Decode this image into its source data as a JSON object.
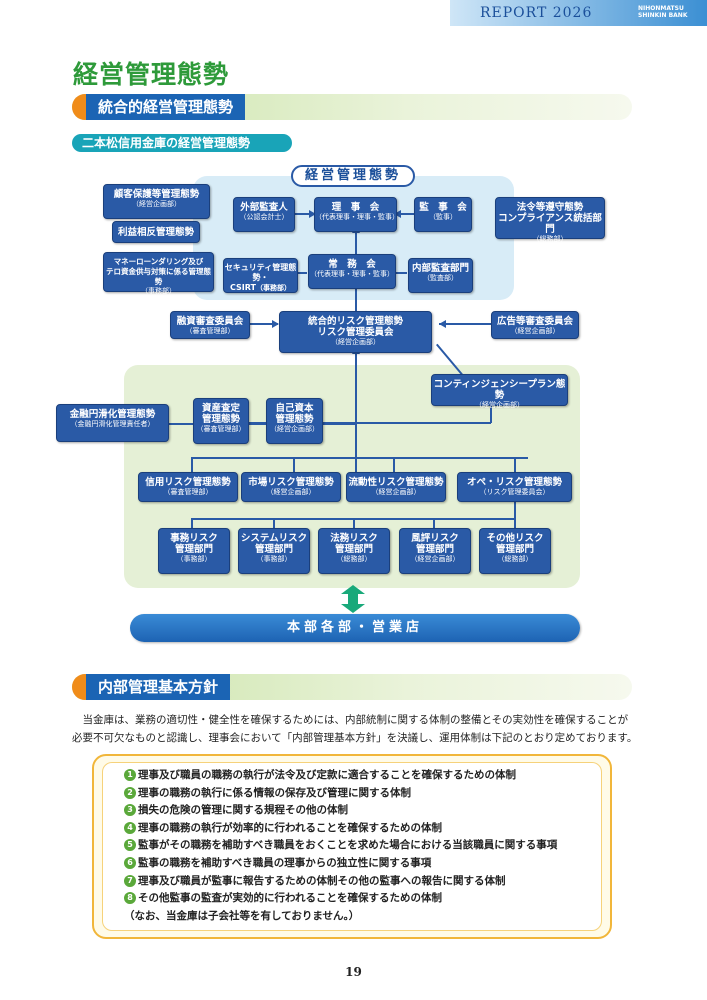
{
  "header": {
    "report": "REPORT 2026",
    "bank_line1": "NIHONMATSU",
    "bank_line2": "SHINKIN BANK"
  },
  "page_title": "経営管理態勢",
  "section1": {
    "label": "統合的経営管理態勢"
  },
  "subheading": "二本松信用金庫の経営管理態勢",
  "chart": {
    "title": "経営管理態勢",
    "kokyaku": {
      "main": "顧客保護等管理態勢",
      "sub": "（経営企画部）"
    },
    "rieki": {
      "main": "利益相反管理態勢"
    },
    "money": {
      "main1": "マネーローンダリング及び",
      "main2": "テロ資金供与対策に係る管理態勢",
      "sub": "（事務部）"
    },
    "gaibu": {
      "main": "外部監査人",
      "sub": "（公認会計士）"
    },
    "rijikai": {
      "main": "理　事　会",
      "sub": "（代表理事・理事・監事）"
    },
    "kanjikai": {
      "main": "監　事　会",
      "sub": "（監事）"
    },
    "houreitou": {
      "main1": "法令等遵守態勢",
      "main2": "コンプライアンス統括部門",
      "sub": "（総務部）"
    },
    "security": {
      "main1": "セキュリティ管理態勢・",
      "main2": "CSIRT",
      "sub": "（事務部）"
    },
    "joumu": {
      "main": "常　務　会",
      "sub": "（代表理事・理事・監事）"
    },
    "naibu": {
      "main": "内部監査部門",
      "sub": "（監査部）"
    },
    "yuushi": {
      "main": "融資審査委員会",
      "sub": "（審査管理部）"
    },
    "tougou": {
      "main1": "統合的リスク管理態勢",
      "main2": "リスク管理委員会",
      "sub": "（経営企画部）"
    },
    "koukoku": {
      "main": "広告等審査委員会",
      "sub": "（経営企画部）"
    },
    "contingency": {
      "main": "コンティンジェンシープラン態勢",
      "sub": "（経営企画部）"
    },
    "kinyu": {
      "main": "金融円滑化管理態勢",
      "sub": "（金融円滑化管理責任者）"
    },
    "shisan": {
      "main1": "資産査定",
      "main2": "管理態勢",
      "sub": "（審査管理部）"
    },
    "jiko": {
      "main1": "自己資本",
      "main2": "管理態勢",
      "sub": "（経営企画部）"
    },
    "shinyou": {
      "main": "信用リスク管理態勢",
      "sub": "（審査管理部）"
    },
    "shijou": {
      "main": "市場リスク管理態勢",
      "sub": "（経営企画部）"
    },
    "ryudou": {
      "main": "流動性リスク管理態勢",
      "sub": "（経営企画部）"
    },
    "ope": {
      "main": "オペ・リスク管理態勢",
      "sub": "（リスク管理委員会）"
    },
    "jimu": {
      "main1": "事務リスク",
      "main2": "管理部門",
      "sub": "（事務部）"
    },
    "system": {
      "main1": "システムリスク",
      "main2": "管理部門",
      "sub": "（事務部）"
    },
    "houmu": {
      "main1": "法務リスク",
      "main2": "管理部門",
      "sub": "（総務部）"
    },
    "fuhyou": {
      "main1": "風評リスク",
      "main2": "管理部門",
      "sub": "（経営企画部）"
    },
    "sonota": {
      "main1": "その他リスク",
      "main2": "管理部門",
      "sub": "（総務部）"
    },
    "honbu": "本部各部・営業店"
  },
  "section2": {
    "label": "内部管理基本方針"
  },
  "paragraph": "当金庫は、業務の適切性・健全性を確保するためには、内部統制に関する体制の整備とその実効性を確保することが必要不可欠なものと認識し、理事会において「内部管理基本方針」を決議し、運用体制は下記のとおり定めております。",
  "policies": [
    {
      "num": "1",
      "text": "理事及び職員の職務の執行が法令及び定款に適合することを確保するための体制"
    },
    {
      "num": "2",
      "text": "理事の職務の執行に係る情報の保存及び管理に関する体制"
    },
    {
      "num": "3",
      "text": "損失の危険の管理に関する規程その他の体制"
    },
    {
      "num": "4",
      "text": "理事の職務の執行が効率的に行われることを確保するための体制"
    },
    {
      "num": "5",
      "text": "監事がその職務を補助すべき職員をおくことを求めた場合における当該職員に関する事項"
    },
    {
      "num": "6",
      "text": "監事の職務を補助すべき職員の理事からの独立性に関する事項"
    },
    {
      "num": "7",
      "text": "理事及び職員が監事に報告するための体制その他の監事への報告に関する体制"
    },
    {
      "num": "8",
      "text": "その他監事の監査が実効的に行われることを確保するための体制"
    }
  ],
  "policy_note": "（なお、当金庫は子会社等を有しておりません。）",
  "page_number": "19"
}
